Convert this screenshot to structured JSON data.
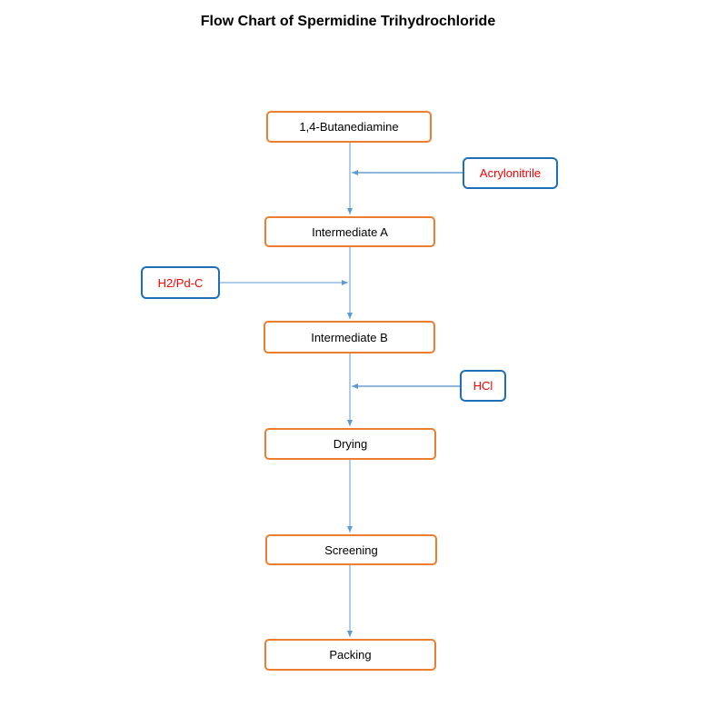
{
  "title": "Flow Chart of Spermidine Trihydrochloride",
  "colors": {
    "step_border": "#ed7d31",
    "reagent_border": "#1f6fb8",
    "reagent_text": "#ff0000",
    "arrow": "#5b9bd5"
  },
  "steps": [
    {
      "label": "1,4-Butanediamine"
    },
    {
      "label": "Intermediate A"
    },
    {
      "label": "Intermediate B"
    },
    {
      "label": "Drying"
    },
    {
      "label": "Screening"
    },
    {
      "label": "Packing"
    }
  ],
  "reagents": [
    {
      "label": "Acrylonitrile"
    },
    {
      "label": "H2/Pd-C"
    },
    {
      "label": "HCl"
    }
  ]
}
